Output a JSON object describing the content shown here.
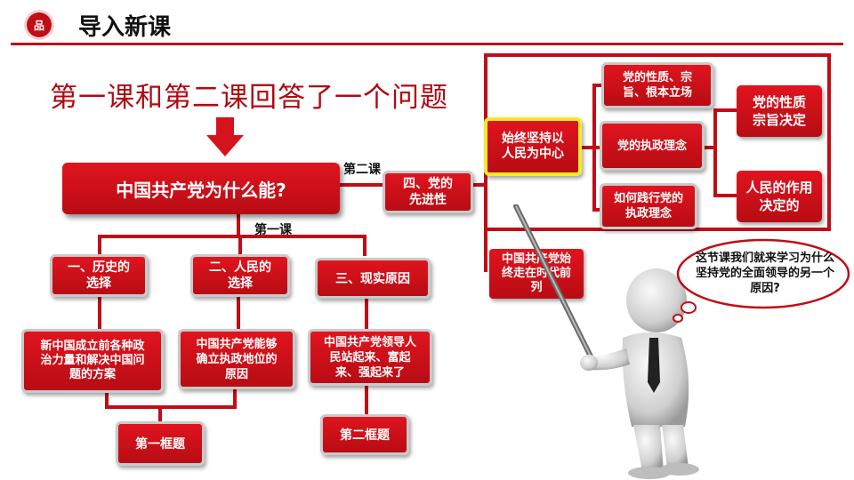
{
  "header": {
    "logo_glyph": "品",
    "title": "导入新课",
    "accent_color": "#c00d16"
  },
  "headline": "第一课和第二课回答了一个问题",
  "center_question": "中国共产党为什么能?",
  "labels": {
    "lesson1": "第一课",
    "lesson2": "第二课"
  },
  "branches": [
    {
      "heading": "一、历史的选择",
      "detail": "新中国成立前各种政治力量和解决中国问题的方案"
    },
    {
      "heading": "二、人民的选择",
      "detail": "中国共产党能够确立执政地位的原因"
    },
    {
      "heading": "三、现实原因",
      "detail": "中国共产党领导人民站起来、富起来、强起来了"
    }
  ],
  "frames": {
    "frame1": "第一框题",
    "frame2": "第二框题"
  },
  "advanced": {
    "node": "四、党的先进性",
    "always_people": "始终坚持以人民为中心",
    "always_front": "中国共产党始终走在时代前列",
    "mid_items": [
      "党的性质、宗旨、根本立场",
      "党的执政理念",
      "如何践行党的执政理念"
    ],
    "decides": [
      "党的性质宗旨决定",
      "人民的作用决定的"
    ]
  },
  "speech_bubble": "这节课我们就来学习为什么坚持党的全面领导的另一个原因?"
}
